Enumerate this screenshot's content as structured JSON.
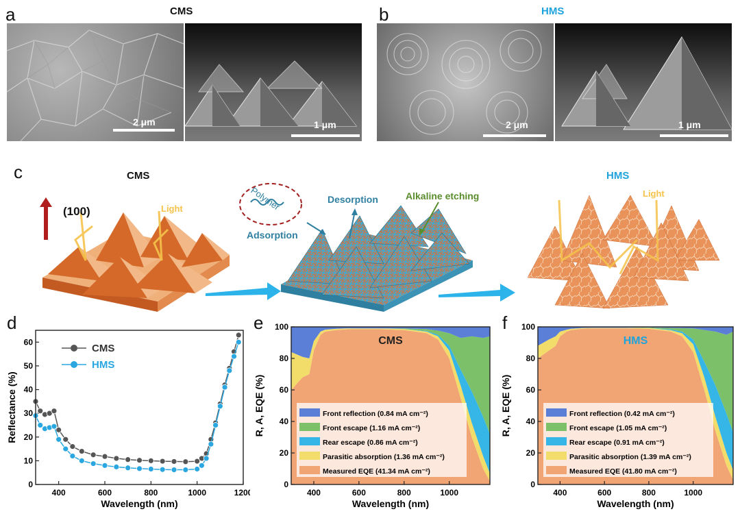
{
  "panels": {
    "a": {
      "label": "a",
      "title": "CMS",
      "scale_left": "2 μm",
      "scale_right": "1 μm"
    },
    "b": {
      "label": "b",
      "title": "HMS",
      "scale_left": "2 μm",
      "scale_right": "1 μm"
    },
    "c": {
      "label": "c",
      "cms_title": "CMS",
      "hms_title": "HMS",
      "orientation": "(100)",
      "light_left": "Light",
      "light_right": "Light",
      "polymer": "Polymer",
      "adsorption": "Adsorption",
      "desorption": "Desorption",
      "etching": "Alkaline etching"
    },
    "d": {
      "label": "d"
    },
    "e": {
      "label": "e"
    },
    "f": {
      "label": "f"
    }
  },
  "colors": {
    "hms_title": "#1fa3dc",
    "cms_line": "#555555",
    "hms_line": "#2aa7e0",
    "front_reflection": "#5b7fd6",
    "front_escape": "#7dc06a",
    "rear_escape": "#35b6e6",
    "parasitic": "#f3dd6a",
    "eqe": "#f2a574",
    "light": "#f5c24a",
    "pyramid_dark": "#d4692a",
    "pyramid_light": "#f0b07a",
    "arrow_blue": "#2bb3ea"
  },
  "chart_data": [
    {
      "id": "d",
      "type": "scatter",
      "xlabel": "Wavelength (nm)",
      "ylabel": "Reflectance (%)",
      "xlim": [
        300,
        1200
      ],
      "ylim": [
        0,
        65
      ],
      "xticks": [
        "400",
        "600",
        "800",
        "1000",
        "1200"
      ],
      "yticks": [
        "0",
        "10",
        "20",
        "30",
        "40",
        "50",
        "60"
      ],
      "legend": "top-left",
      "series": [
        {
          "name": "CMS",
          "x": [
            300,
            320,
            340,
            360,
            380,
            400,
            430,
            460,
            500,
            550,
            600,
            650,
            700,
            750,
            800,
            850,
            900,
            950,
            1000,
            1020,
            1040,
            1060,
            1080,
            1100,
            1120,
            1140,
            1160,
            1180
          ],
          "y": [
            35,
            31,
            29.5,
            30,
            31,
            23,
            19,
            16,
            14,
            12.5,
            11.8,
            11,
            10.5,
            10.2,
            10,
            9.8,
            9.7,
            9.6,
            9.8,
            11,
            13,
            19,
            26,
            34,
            42,
            49,
            56,
            63
          ]
        },
        {
          "name": "HMS",
          "x": [
            300,
            320,
            340,
            360,
            380,
            400,
            430,
            460,
            500,
            550,
            600,
            650,
            700,
            750,
            800,
            850,
            900,
            950,
            1000,
            1020,
            1040,
            1060,
            1080,
            1100,
            1120,
            1140,
            1160,
            1180
          ],
          "y": [
            29,
            25,
            23.5,
            24,
            24.5,
            19,
            15,
            12,
            10,
            8.8,
            8,
            7.4,
            7,
            6.7,
            6.5,
            6.3,
            6.2,
            6.2,
            6.5,
            8,
            11,
            17,
            25,
            33,
            41,
            48,
            54,
            60
          ]
        }
      ]
    },
    {
      "id": "e",
      "type": "area",
      "title": "CMS",
      "xlabel": "Wavelength (nm)",
      "ylabel": "R, A, EQE (%)",
      "xlim": [
        300,
        1180
      ],
      "ylim": [
        0,
        100
      ],
      "xticks": [
        "400",
        "600",
        "800",
        "1000"
      ],
      "yticks": [
        "0",
        "20",
        "40",
        "60",
        "80",
        "100"
      ],
      "x": [
        300,
        350,
        380,
        400,
        430,
        450,
        500,
        550,
        600,
        700,
        800,
        900,
        950,
        1000,
        1050,
        1100,
        1150,
        1180
      ],
      "series": [
        {
          "name": "Measured EQE (41.34 mA cm⁻²)",
          "values": [
            60,
            68,
            70,
            85,
            95,
            97,
            98,
            98.5,
            98.5,
            98.5,
            98,
            96,
            92,
            80,
            55,
            30,
            10,
            2
          ]
        },
        {
          "name": "Parasitic absorption (1.36 mA cm⁻²)",
          "values": [
            24,
            13,
            10,
            6,
            2,
            1.2,
            0.8,
            0.6,
            0.5,
            0.5,
            0.6,
            1,
            2,
            5,
            8,
            9,
            8,
            5
          ]
        },
        {
          "name": "Rear escape (0.86 mA cm⁻²)",
          "values": [
            0,
            0,
            0,
            0,
            0,
            0,
            0,
            0,
            0,
            0,
            0,
            0.4,
            1,
            3,
            10,
            20,
            25,
            25
          ]
        },
        {
          "name": "Front escape (1.16 mA cm⁻²)",
          "values": [
            0,
            0,
            0,
            0,
            0,
            0,
            0,
            0,
            0,
            0,
            0.4,
            1.2,
            2.6,
            8,
            20,
            35,
            50,
            62
          ]
        },
        {
          "name": "Front reflection (0.84 mA cm⁻²)",
          "values": [
            16,
            19,
            20,
            9,
            3,
            1.8,
            1.2,
            0.9,
            1,
            1,
            1,
            1.4,
            2.4,
            4,
            7,
            6,
            7,
            6
          ]
        }
      ]
    },
    {
      "id": "f",
      "type": "area",
      "title": "HMS",
      "xlabel": "Wavelength (nm)",
      "ylabel": "R, A, EQE (%)",
      "xlim": [
        300,
        1180
      ],
      "ylim": [
        0,
        100
      ],
      "xticks": [
        "400",
        "600",
        "800",
        "1000"
      ],
      "yticks": [
        "0",
        "20",
        "40",
        "60",
        "80",
        "100"
      ],
      "x": [
        300,
        350,
        380,
        400,
        430,
        450,
        500,
        550,
        600,
        700,
        800,
        900,
        950,
        1000,
        1050,
        1100,
        1150,
        1180
      ],
      "series": [
        {
          "name": "Measured EQE (41.80 mA cm⁻²)",
          "values": [
            80,
            85,
            88,
            94,
            97,
            98,
            98.8,
            99,
            99,
            99,
            98.8,
            97,
            94,
            84,
            60,
            34,
            12,
            3
          ]
        },
        {
          "name": "Parasitic absorption (1.39 mA cm⁻²)",
          "values": [
            8,
            7,
            6,
            3,
            1.2,
            0.8,
            0.5,
            0.4,
            0.4,
            0.4,
            0.5,
            0.8,
            2,
            5,
            8,
            9,
            8,
            6
          ]
        },
        {
          "name": "Rear escape (0.91 mA cm⁻²)",
          "values": [
            0,
            0,
            0,
            0,
            0,
            0,
            0,
            0,
            0,
            0,
            0,
            0.5,
            1,
            3,
            10,
            20,
            25,
            24
          ]
        },
        {
          "name": "Front escape (1.05 mA cm⁻²)",
          "values": [
            0,
            0,
            0,
            0,
            0,
            0,
            0,
            0,
            0,
            0,
            0.3,
            1,
            2.2,
            7,
            20,
            34,
            50,
            64
          ]
        },
        {
          "name": "Front reflection (0.42 mA cm⁻²)",
          "values": [
            12,
            8,
            6,
            3,
            1.8,
            1.2,
            0.7,
            0.6,
            0.6,
            0.6,
            0.4,
            0.7,
            0.8,
            1,
            2,
            3,
            5,
            3
          ]
        }
      ]
    }
  ]
}
